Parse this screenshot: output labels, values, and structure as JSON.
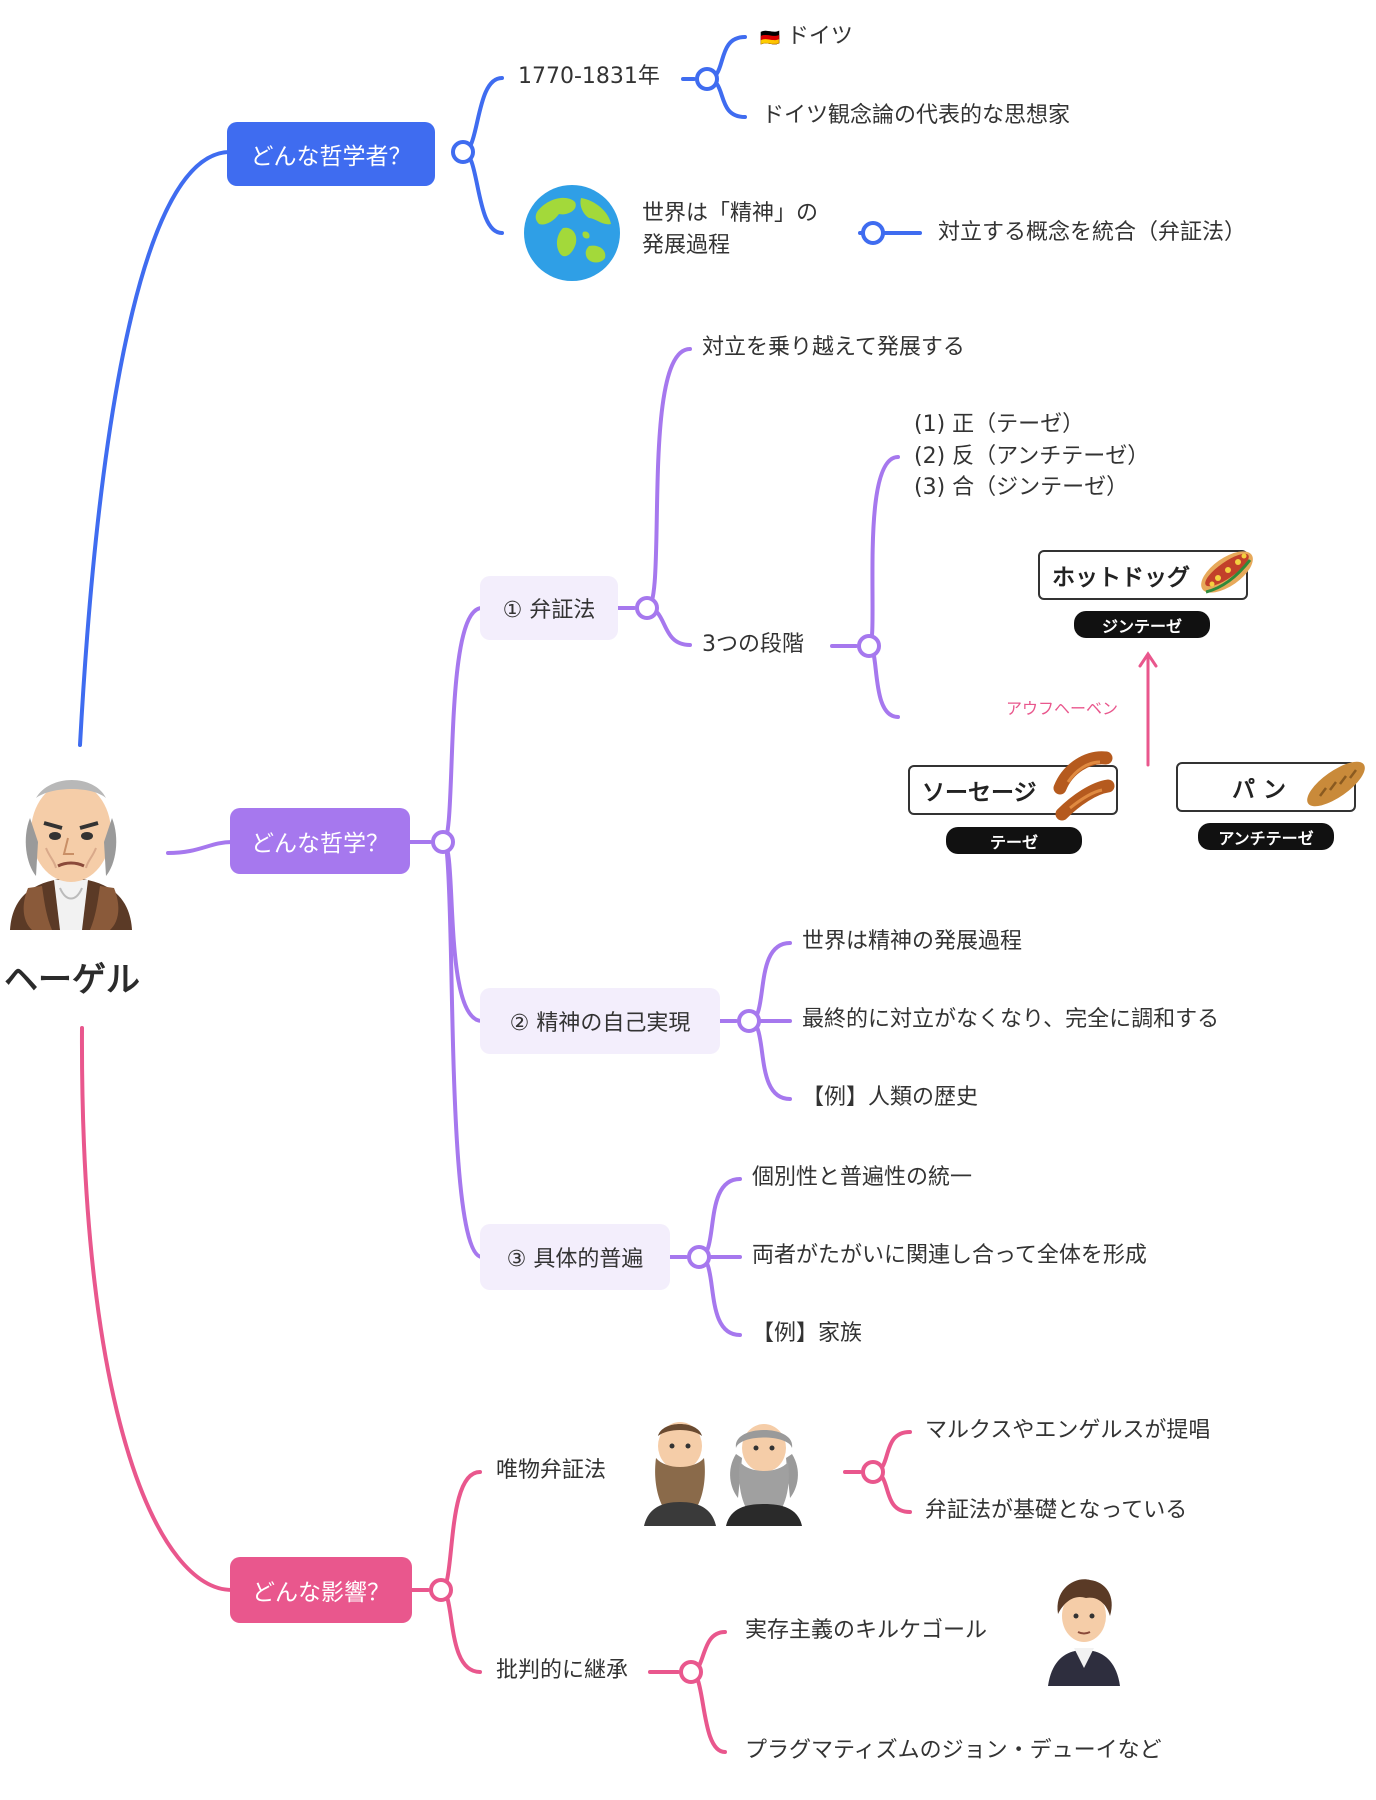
{
  "root": {
    "label": "ヘーゲル",
    "portrait": "hegel-portrait-icon"
  },
  "branches": {
    "who": {
      "label": "どんな哲学者？",
      "color": "#3f6cf0",
      "years": "1770-1831年",
      "country_flag": "🇩🇪",
      "country": "ドイツ",
      "movement": "ドイツ観念論の代表的な思想家",
      "world_icon": "globe-icon",
      "world_line1": "世界は「精神」の",
      "world_line2": "発展過程",
      "world_detail": "対立する概念を統合（弁証法）"
    },
    "philosophy": {
      "label": "どんな哲学？",
      "color": "#a678ee",
      "dialectic": {
        "label": "① 弁証法",
        "overcome": "対立を乗り越えて発展する",
        "stages_label": "3つの段階",
        "stage1": "(1) 正（テーゼ）",
        "stage2": "(2) 反（アンチテーゼ）",
        "stage3": "(3) 合（ジンテーゼ）",
        "example": {
          "synthesis_item": "ホットドッグ",
          "synthesis_tag": "ジンテーゼ",
          "thesis_item": "ソーセージ",
          "thesis_tag": "テーゼ",
          "antithesis_item": "パ ン",
          "antithesis_tag": "アンチテーゼ",
          "aufheben": "アウフヘーベン"
        }
      },
      "spirit": {
        "label": "② 精神の自己実現",
        "item1": "世界は精神の発展過程",
        "item2": "最終的に対立がなくなり、完全に調和する",
        "item3": "【例】人類の歴史"
      },
      "universal": {
        "label": "③ 具体的普遍",
        "item1": "個別性と普遍性の統一",
        "item2": "両者がたがいに関連し合って全体を形成",
        "item3": "【例】家族"
      }
    },
    "influence": {
      "label": "どんな影響？",
      "color": "#e9578d",
      "materialism": {
        "label": "唯物弁証法",
        "item1": "マルクスやエンゲルスが提唱",
        "item2": "弁証法が基礎となっている"
      },
      "critical": {
        "label": "批判的に継承",
        "item1": "実存主義のキルケゴール",
        "item2": "プラグマティズムのジョン・デューイなど"
      }
    }
  }
}
